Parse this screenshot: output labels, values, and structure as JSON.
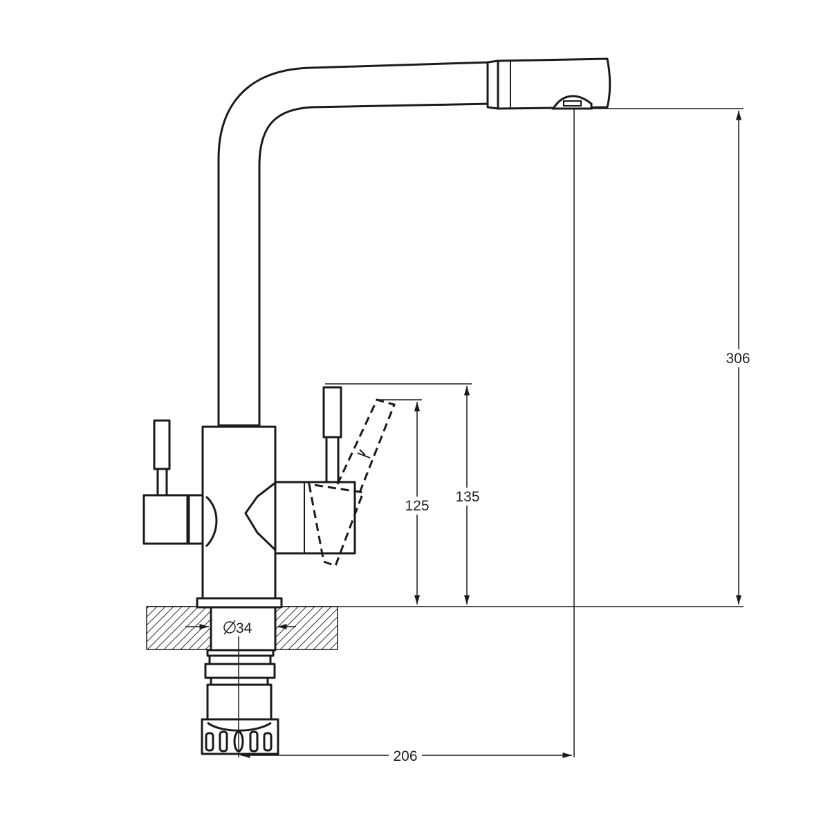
{
  "drawing": {
    "dimensions": {
      "overall_height": "306",
      "reach": "206",
      "lever_height": "135",
      "lever_tilt_height": "125",
      "bore_diameter_value": "34"
    }
  }
}
